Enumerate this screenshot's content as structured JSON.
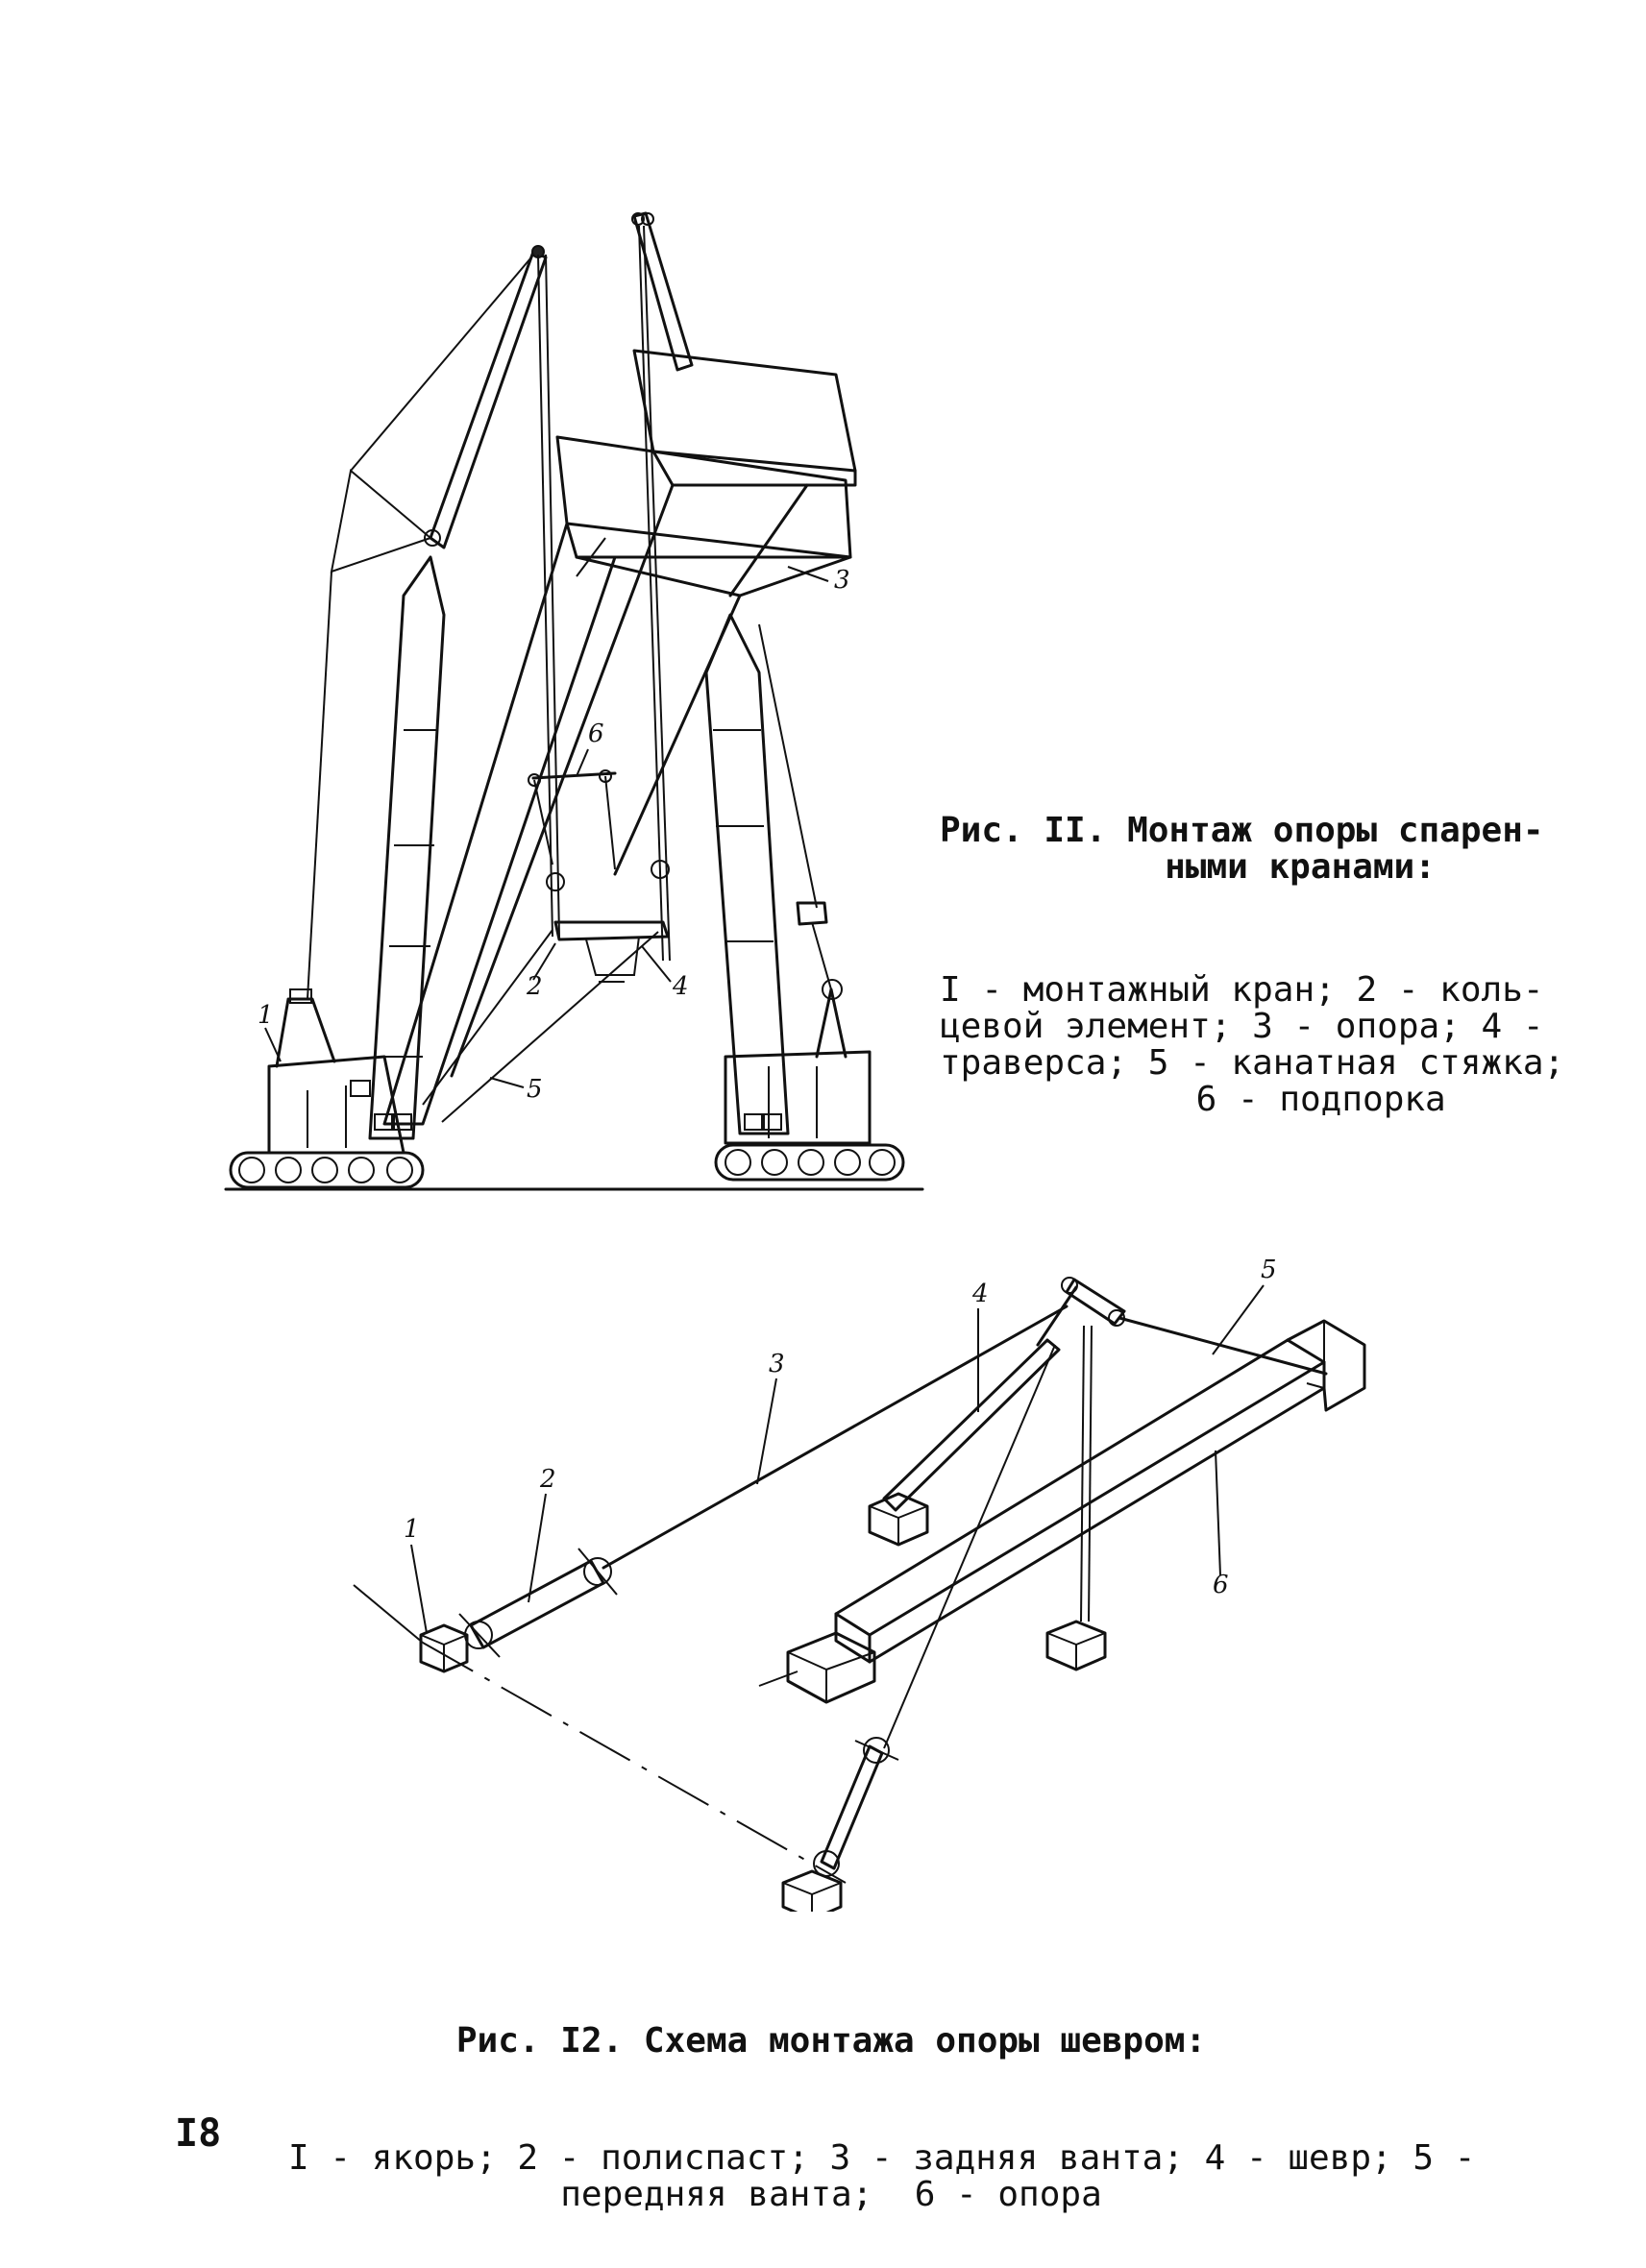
{
  "figure11": {
    "labels": {
      "crane": "1",
      "ring_element": "2",
      "support": "3",
      "traverse": "4",
      "rope_tie": "5",
      "prop": "6"
    },
    "caption_title": "Рис. II. Монтаж опоры спарен-\n      ными кранами:",
    "caption_body": "I - монтажный кран; 2 - коль-\nцевой элемент; 3 - опора; 4 -\nтраверса; 5 - канатная стяжка;\n        6 - подпорка"
  },
  "figure12": {
    "labels": {
      "anchor": "1",
      "pulley": "2",
      "rear_guy": "3",
      "gin_pole": "4",
      "front_guy": "5",
      "support": "6"
    },
    "caption_title": "Рис. I2. Схема монтажа опоры шевром:",
    "caption_body": "I - якорь; 2 - полиспаст; 3 - задняя ванта; 4 - шевр; 5 -\nпередняя ванта;  6 - опора"
  },
  "page_number": "I8"
}
